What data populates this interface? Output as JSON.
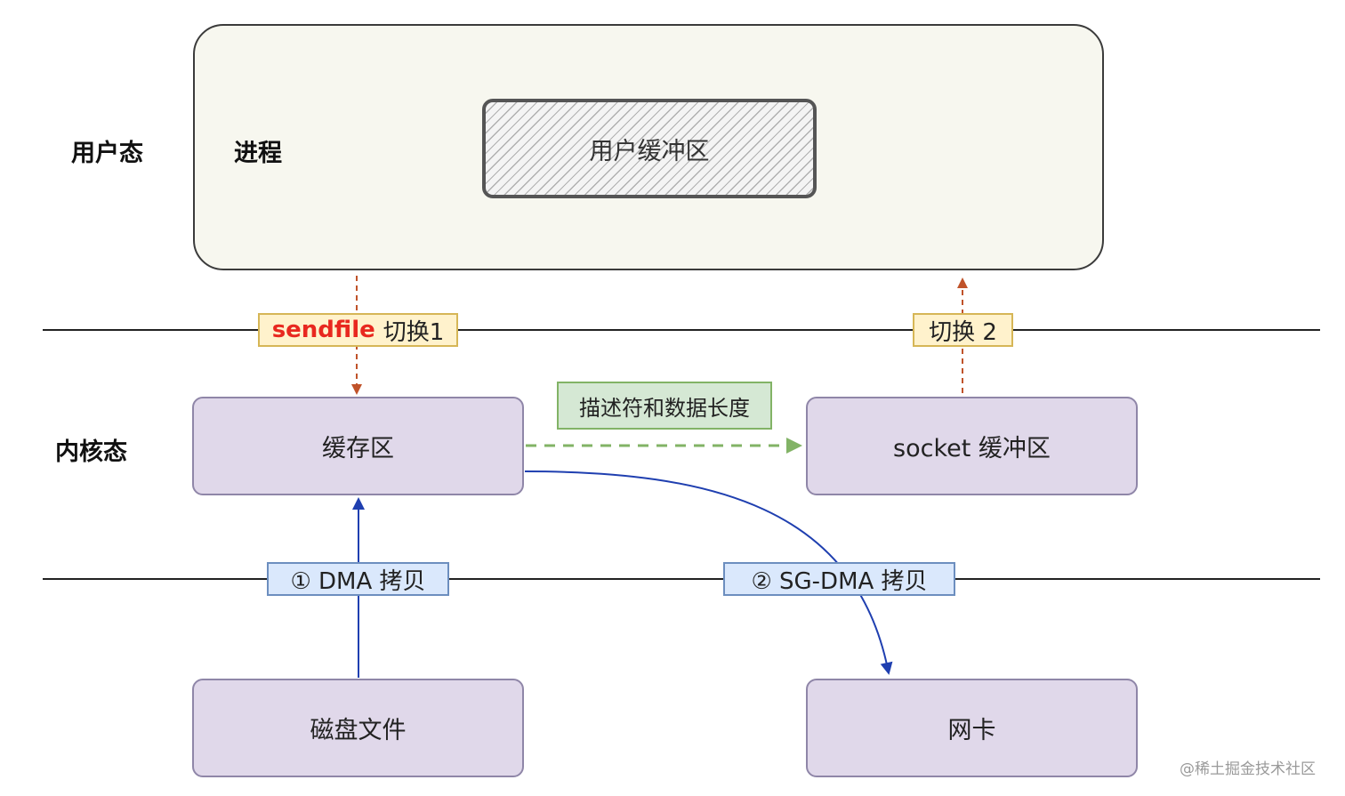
{
  "labels": {
    "user_mode": "用户态",
    "kernel_mode": "内核态",
    "process": "进程"
  },
  "boxes": {
    "user_buffer": "用户缓冲区",
    "cache": "缓存区",
    "socket_buffer": "socket 缓冲区",
    "disk_file": "磁盘文件",
    "nic": "网卡"
  },
  "tags": {
    "switch1_keyword": "sendfile",
    "switch1_text": "切换1",
    "switch2": "切换 2",
    "descriptor": "描述符和数据长度",
    "dma_copy": "① DMA 拷贝",
    "sg_dma_copy": "② SG-DMA 拷贝"
  },
  "watermark": "@稀土掘金技术社区",
  "colors": {
    "switch_arrow": "#c0532a",
    "dma_arrow": "#1f3fb0",
    "descriptor_arrow": "#82b366",
    "sendfile_text": "#e8281f",
    "kernel_box_fill": "#e0d8ea",
    "process_fill": "#f7f7ef"
  }
}
